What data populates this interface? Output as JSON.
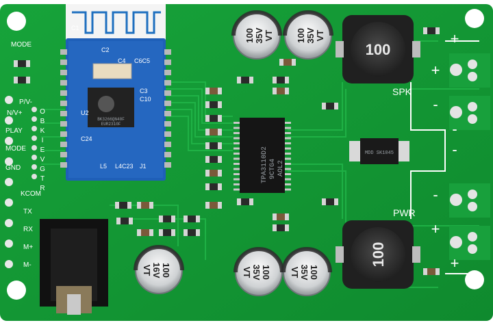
{
  "board": {
    "bt_module": {
      "chip_line1": "BK3266QN40F",
      "chip_line2": "EUR2310F",
      "labels": [
        "C2",
        "C4",
        "C6C5",
        "C3",
        "C10",
        "C24",
        "L5",
        "L4C23",
        "J1",
        "U2",
        "C1"
      ]
    },
    "amp_chip": {
      "line1": "TPA3110D2",
      "line2": "9CTG4",
      "line3": "AOL2"
    },
    "side_labels": [
      "MODE",
      "P/V-",
      "N/V+",
      "PLAY",
      "MODE",
      "GND",
      "KCOM",
      "TX",
      "RX",
      "M+",
      "M-"
    ],
    "vertical_labels": "OBKIEVGTR",
    "connector_labels": {
      "spk": "SPK",
      "pwr": "PWR"
    },
    "terminal_signs": [
      "+",
      "-",
      "-",
      "+"
    ],
    "capacitors_top": [
      {
        "voltage": "35V",
        "value": "100",
        "suffix": "VT"
      },
      {
        "voltage": "35V",
        "value": "100",
        "suffix": "VT"
      }
    ],
    "capacitors_bottom": [
      {
        "voltage": "16V",
        "value": "100",
        "suffix": "VT"
      },
      {
        "voltage": "35V",
        "value": "100",
        "suffix": "VT"
      },
      {
        "voltage": "35V",
        "value": "100",
        "suffix": "VT"
      }
    ],
    "inductors": [
      "100",
      "100"
    ],
    "diode_label": "MDD SK1045"
  }
}
